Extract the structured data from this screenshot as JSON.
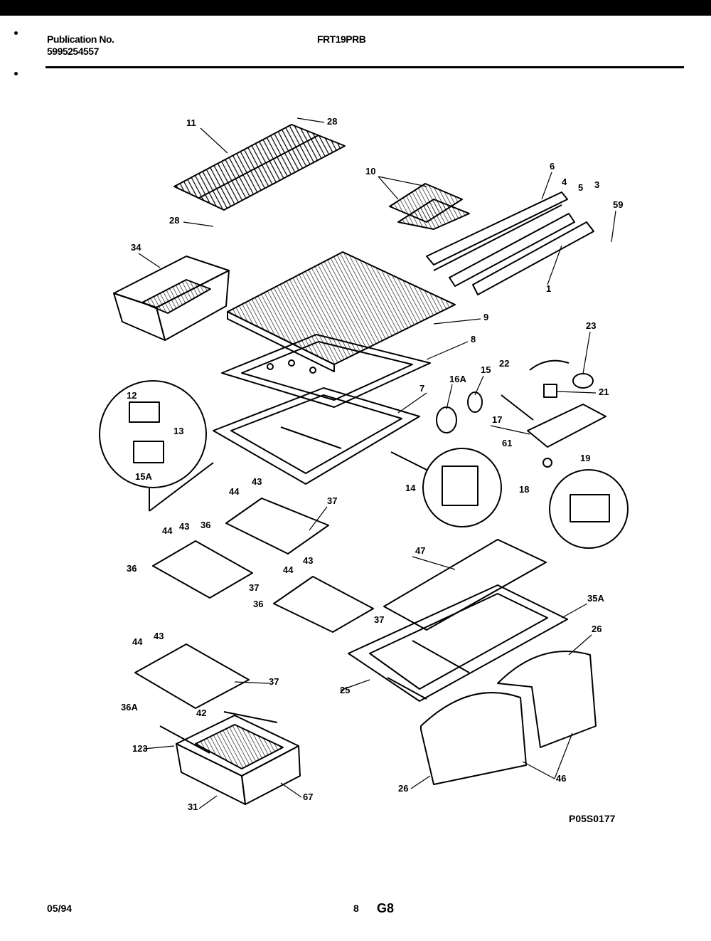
{
  "header": {
    "publication_label": "Publication No.",
    "publication_number": "5995254557",
    "model": "FRT19PRB"
  },
  "diagram": {
    "code": "P05S0177",
    "callouts": [
      "11",
      "28",
      "28",
      "10",
      "6",
      "4",
      "5",
      "3",
      "59",
      "1",
      "34",
      "9",
      "8",
      "23",
      "22",
      "21",
      "16A",
      "15",
      "17",
      "7",
      "12",
      "13",
      "15A",
      "61",
      "19",
      "14",
      "18",
      "44",
      "43",
      "37",
      "36",
      "44",
      "43",
      "36",
      "37",
      "44",
      "43",
      "36",
      "37",
      "47",
      "35A",
      "26",
      "44",
      "43",
      "37",
      "36A",
      "25",
      "42",
      "123",
      "31",
      "67",
      "26",
      "46"
    ]
  },
  "footer": {
    "date": "05/94",
    "page": "8",
    "section": "G8"
  }
}
